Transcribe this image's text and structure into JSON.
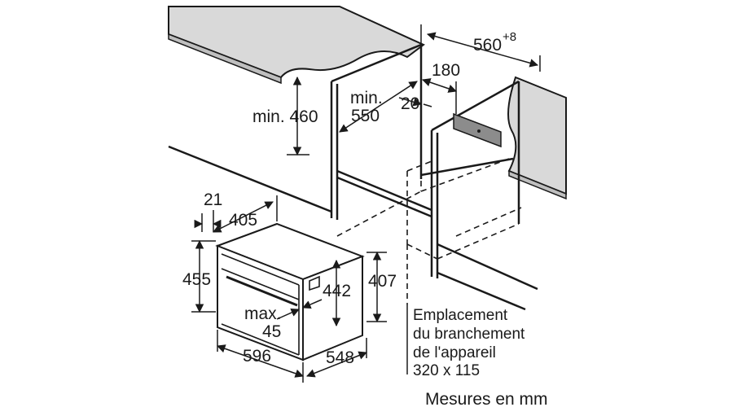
{
  "diagram": {
    "dimensions": {
      "niche_width": "560",
      "niche_width_tolerance": "+8",
      "connection_offset": "180",
      "min_height_label": "min. 460",
      "min_depth_min": "min.",
      "min_depth_value": "550",
      "back_gap": "20",
      "top_offset": "21",
      "body_depth": "405",
      "front_height": "455",
      "body_height": "442",
      "side_height": "407",
      "max_label": "max.",
      "max_value": "45",
      "front_width": "596",
      "total_depth": "548"
    },
    "connection_note": [
      "Emplacement",
      "du branchement",
      "de l'appareil",
      "320 x 115"
    ],
    "units_note": "Mesures en mm"
  },
  "colors": {
    "line": "#1a1a1a",
    "counter_fill": "#d9d9d9",
    "vent_fill": "#8c8c8c",
    "background": "#ffffff"
  }
}
